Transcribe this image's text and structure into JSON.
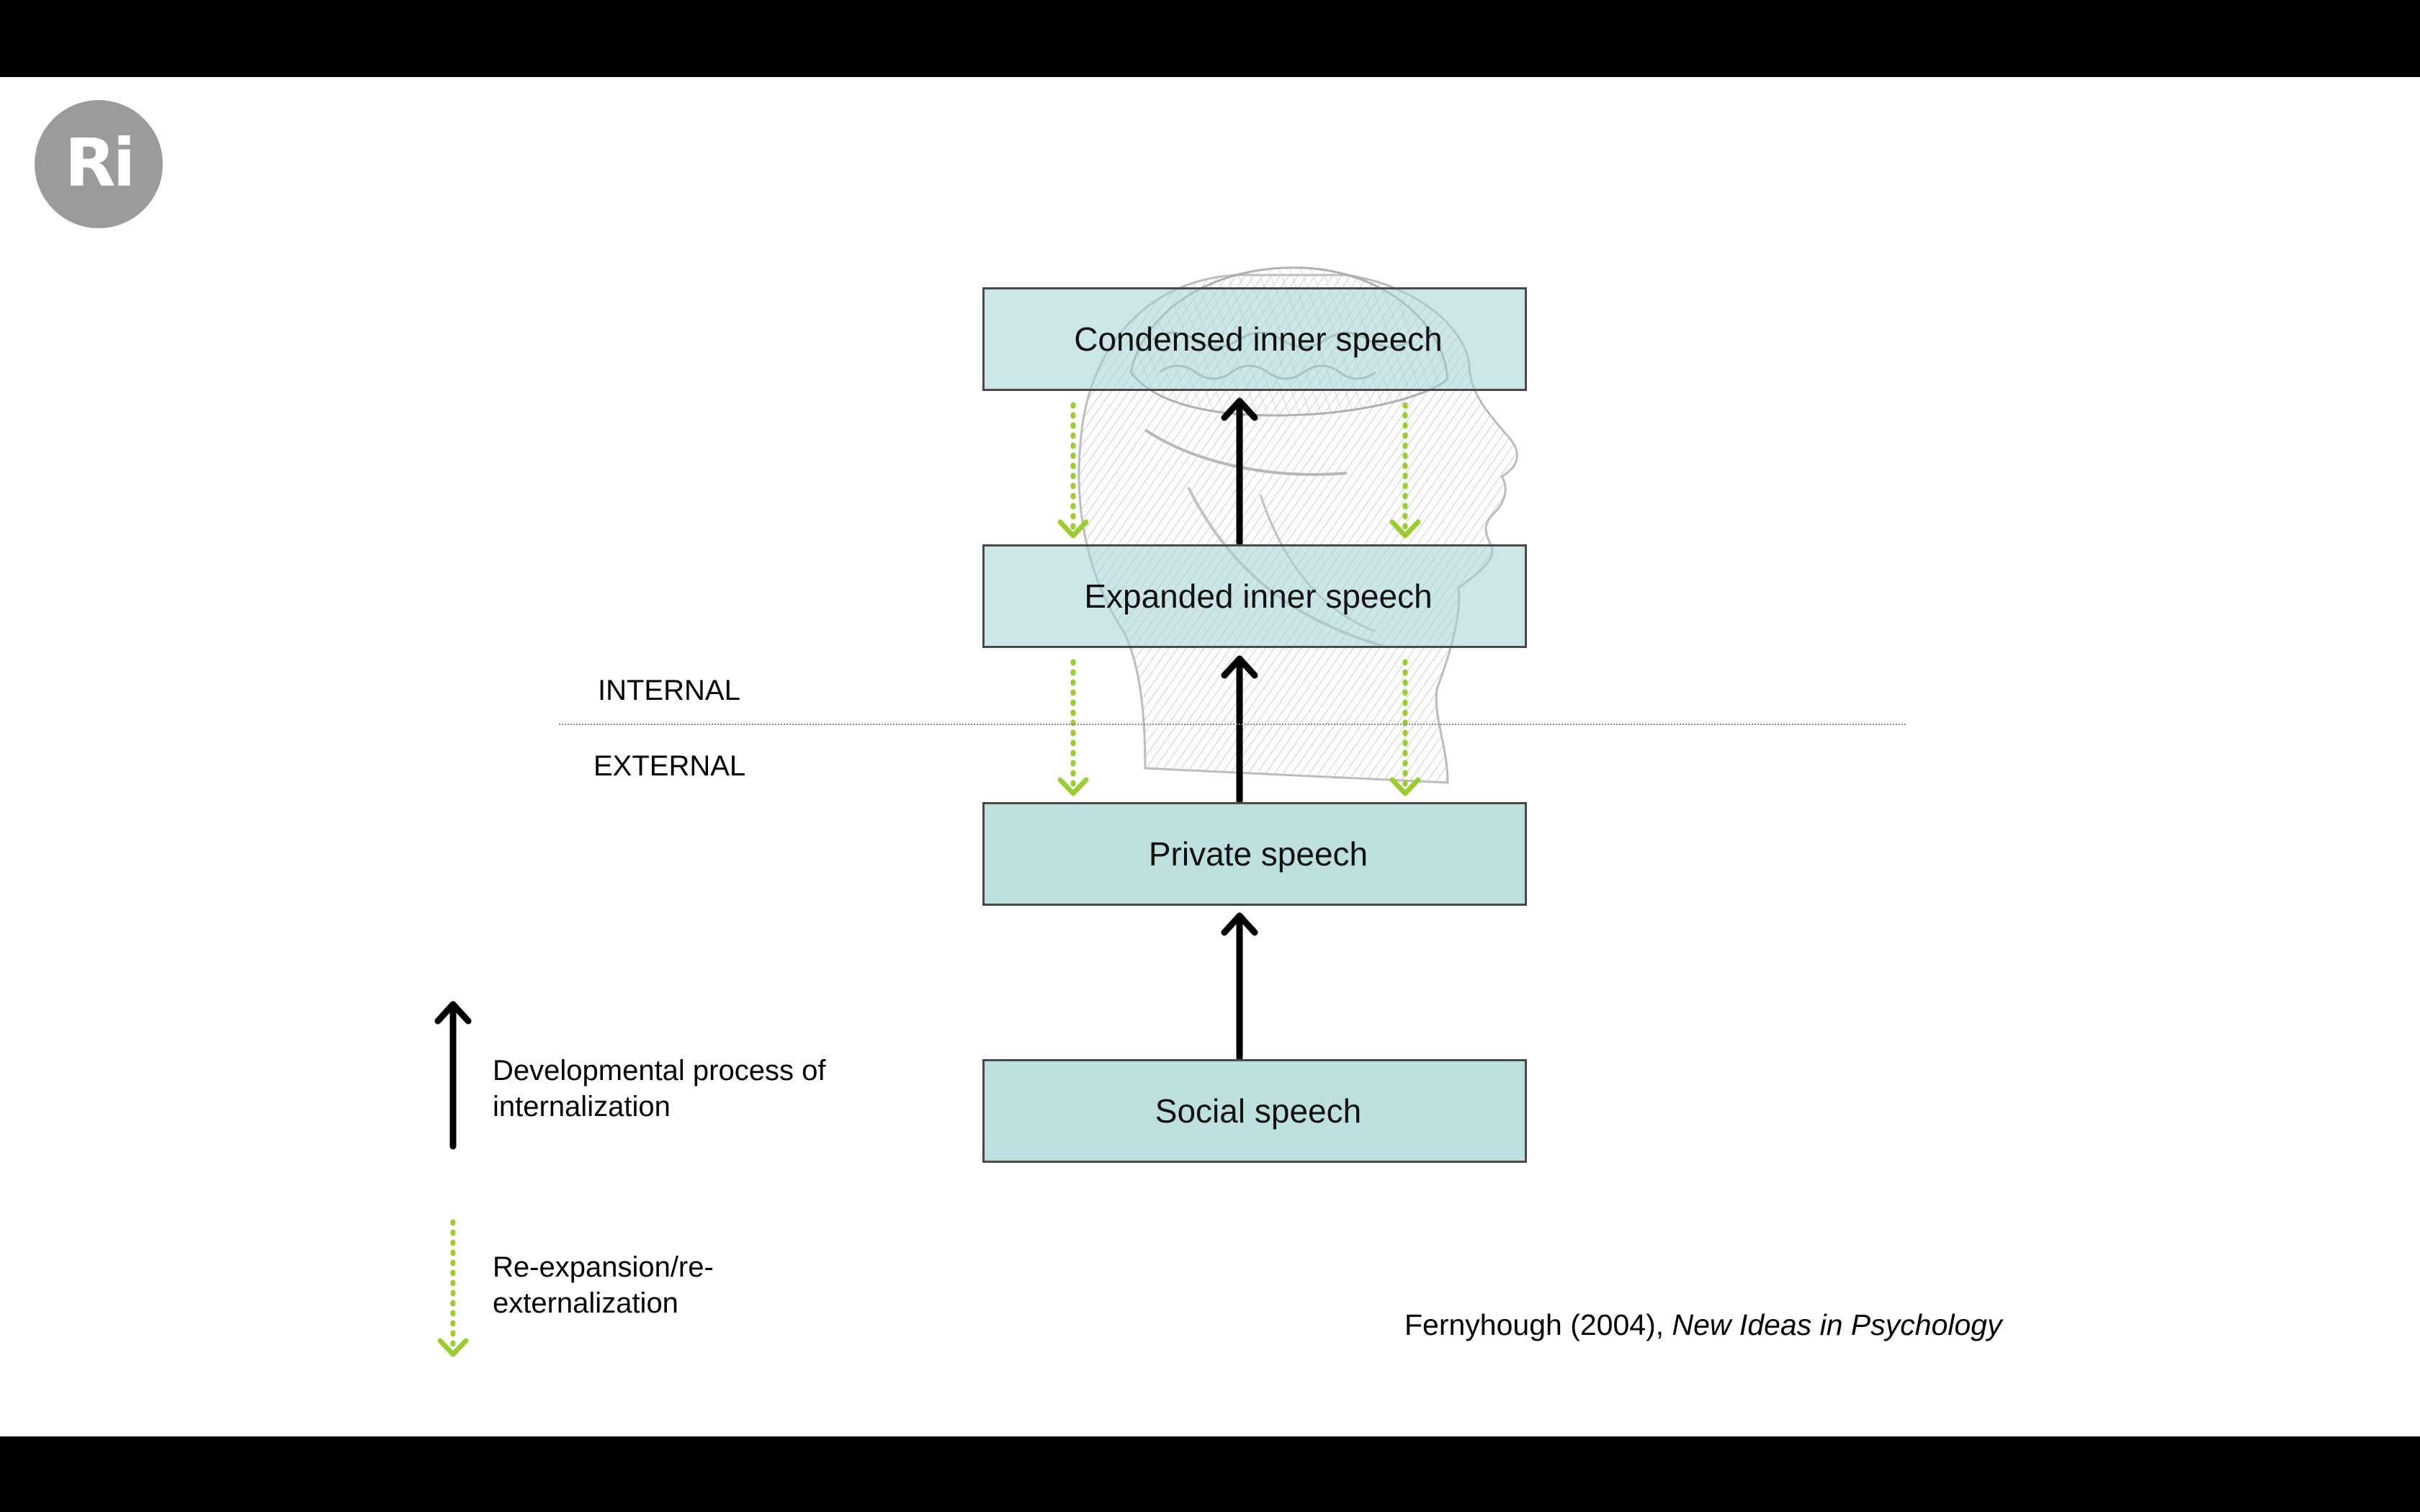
{
  "logo": {
    "text": "Ri"
  },
  "boxes": {
    "condensed": "Condensed inner speech",
    "expanded": "Expanded inner speech",
    "private": "Private speech",
    "social": "Social speech"
  },
  "regions": {
    "internal": "INTERNAL",
    "external": "EXTERNAL"
  },
  "legend": {
    "internalization_line1": "Developmental process of",
    "internalization_line2": "internalization",
    "reexpansion_line1": "Re-expansion/re-",
    "reexpansion_line2": "externalization"
  },
  "citation": {
    "authors": "Fernyhough (2004), ",
    "journal": "New Ideas in Psychology"
  },
  "colors": {
    "box_fill": "#bde0df",
    "box_border": "#4a4a4a",
    "arrow_black": "#000000",
    "arrow_green": "#9acd32",
    "logo_gray": "#9b9b9b"
  }
}
